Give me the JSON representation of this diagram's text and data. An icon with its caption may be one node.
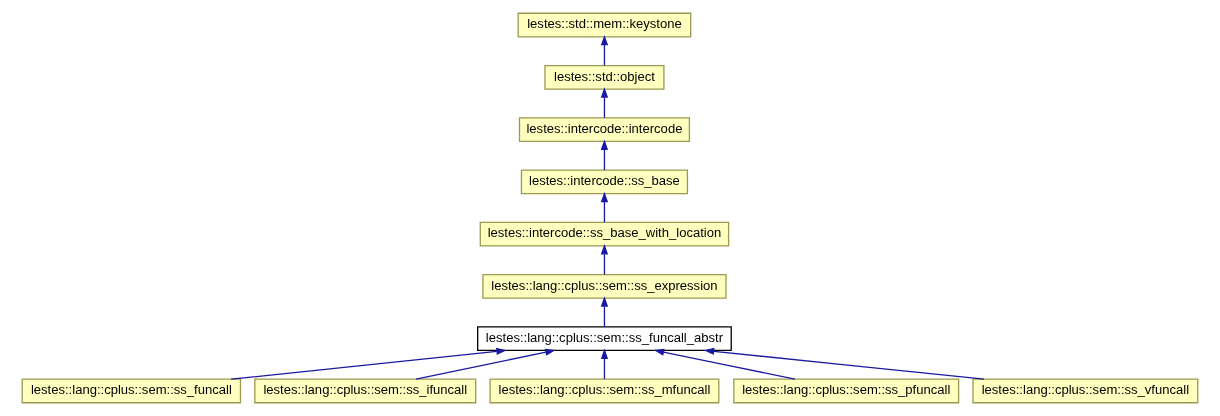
{
  "diagram": {
    "nodes": [
      {
        "text": [
          "lestes::std::mem::keystone"
        ]
      },
      {
        "text": [
          "lestes::std::object"
        ]
      },
      {
        "text": [
          "lestes::intercode::intercode"
        ]
      },
      {
        "text": [
          "lestes::intercode::ss_base"
        ]
      },
      {
        "text": [
          "lestes::intercode::ss_base_with_location"
        ]
      },
      {
        "text": [
          "lestes::lang::cplus::sem::ss_expression"
        ]
      },
      {
        "text": [
          "lestes::lang::cplus::sem::ss_funcall_abstr"
        ]
      },
      {
        "text": [
          "lestes::lang::cplus::sem::ss_funcall"
        ]
      },
      {
        "text": [
          "lestes::lang::cplus::sem::ss_ifuncall"
        ]
      },
      {
        "text": [
          "lestes::lang::cplus::sem::ss_mfuncall"
        ]
      },
      {
        "text": [
          "lestes::lang::cplus::sem::ss_pfuncall"
        ]
      },
      {
        "text": [
          "lestes::lang::cplus::sem::ss_vfuncall"
        ]
      }
    ],
    "edges": [
      {
        "from": 1,
        "to": 0,
        "arrow": "to"
      },
      {
        "from": 2,
        "to": 1,
        "arrow": "to"
      },
      {
        "from": 3,
        "to": 2,
        "arrow": "to"
      },
      {
        "from": 4,
        "to": 3,
        "arrow": "to"
      },
      {
        "from": 5,
        "to": 4,
        "arrow": "to"
      },
      {
        "from": 6,
        "to": 5,
        "arrow": "to"
      },
      {
        "from": 7,
        "to": 6,
        "arrow": "to"
      },
      {
        "from": 8,
        "to": 6,
        "arrow": "to"
      },
      {
        "from": 9,
        "to": 6,
        "arrow": "to"
      },
      {
        "from": 10,
        "to": 6,
        "arrow": "to"
      },
      {
        "from": 11,
        "to": 6,
        "arrow": "to"
      }
    ]
  }
}
